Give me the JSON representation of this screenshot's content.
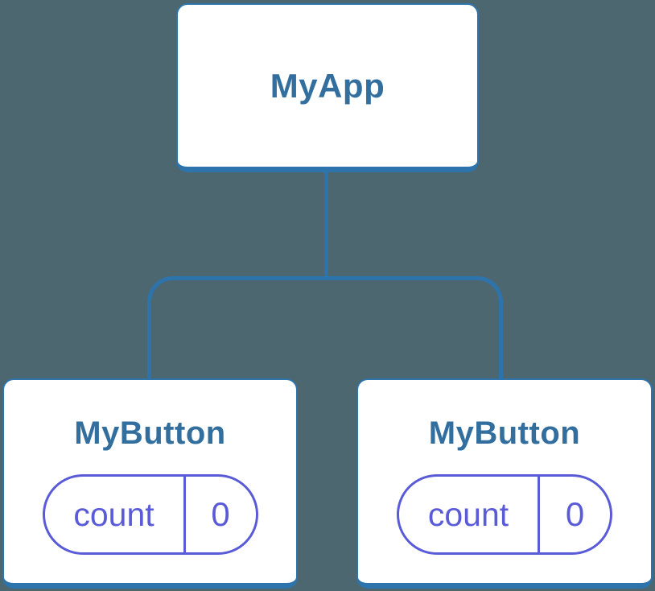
{
  "diagram": {
    "colors": {
      "background": "#4C6770",
      "line_blue": "#2D74AC",
      "node_text_blue": "#336F9E",
      "state_purple": "#5A5BD7",
      "node_fill": "#FFFFFF"
    },
    "root": {
      "label": "MyApp"
    },
    "children": [
      {
        "label": "MyButton",
        "state": {
          "name": "count",
          "value": "0"
        }
      },
      {
        "label": "MyButton",
        "state": {
          "name": "count",
          "value": "0"
        }
      }
    ]
  }
}
